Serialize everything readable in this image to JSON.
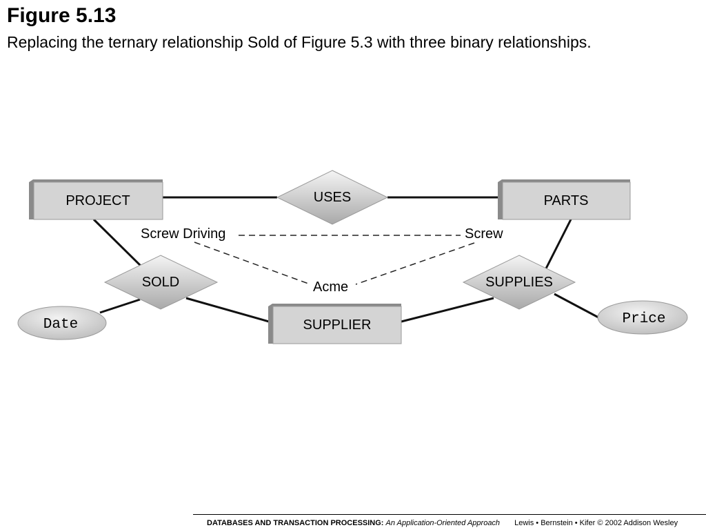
{
  "figure": {
    "number": "Figure 5.13",
    "caption": "Replacing the ternary relationship Sold of Figure 5.3 with three binary relationships."
  },
  "entities": {
    "project": "PROJECT",
    "parts": "PARTS",
    "supplier": "SUPPLIER"
  },
  "relationships": {
    "uses": "USES",
    "sold": "SOLD",
    "supplies": "SUPPLIES"
  },
  "attributes": {
    "date": "Date",
    "price": "Price"
  },
  "instances": {
    "screw_driving": "Screw Driving",
    "screw": "Screw",
    "acme": "Acme"
  },
  "footer": {
    "book": "DATABASES AND TRANSACTION PROCESSING:",
    "subtitle": "An Application-Oriented Approach",
    "authors": "Lewis • Bernstein • Kifer © 2002  Addison Wesley"
  },
  "colors": {
    "box_fill": "#d4d4d4",
    "box_shadow": "#8a8a8a",
    "shape_stroke": "#999999",
    "line": "#111111"
  }
}
